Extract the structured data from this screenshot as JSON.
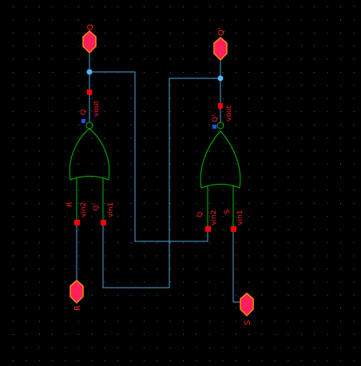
{
  "schematic": {
    "title": "SR latch (cross-coupled NOR gates)",
    "colors": {
      "background": "#000000",
      "grid_dot": "#4fa3d9",
      "wire": "#4fa3d9",
      "gate": "#00c000",
      "pin": "#ff0000",
      "pin_label": "#ff2020",
      "port_fill": "#ff1f5a",
      "port_stroke": "#ff8c00",
      "junction": "#4fb8ff",
      "inversion_bubble": "#00c000",
      "instance_marker": "#1e50ff"
    },
    "gates": [
      {
        "id": "nor1",
        "type": "NOR",
        "icon": "nor-gate-icon",
        "output_pin": "vout",
        "output_net": "Q",
        "inputs": [
          {
            "pin": "vin2",
            "net": "R"
          },
          {
            "pin": "vin1",
            "net": "Q'"
          }
        ]
      },
      {
        "id": "nor2",
        "type": "NOR",
        "icon": "nor-gate-icon",
        "output_pin": "vout",
        "output_net": "Q'",
        "inputs": [
          {
            "pin": "vin2",
            "net": "Q"
          },
          {
            "pin": "vin1",
            "net": "S"
          }
        ]
      }
    ],
    "ports": {
      "q_out": "Q",
      "qbar_out": "Q'",
      "r_in": "R",
      "s_in": "S"
    },
    "labels": {
      "nor1_out_net": "Q",
      "nor1_out_pin": "vout",
      "nor1_in_a_net": "R",
      "nor1_in_a_pin": "vin2",
      "nor1_in_b_net": "Q'",
      "nor1_in_b_pin": "vin1",
      "nor2_out_net": "Q'",
      "nor2_out_pin": "vout",
      "nor2_in_a_net": "Q",
      "nor2_in_a_pin": "vin2",
      "nor2_in_b_net": "S",
      "nor2_in_b_pin": "vin1"
    }
  }
}
